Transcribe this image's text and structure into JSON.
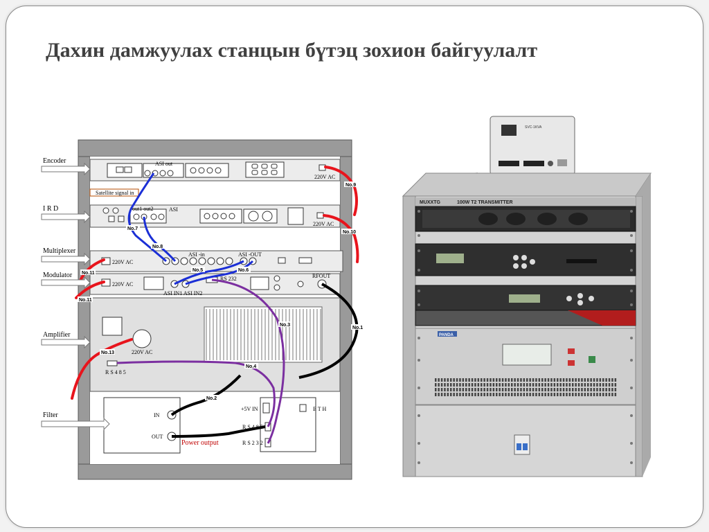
{
  "title": "Дахин дамжуулах станцын бүтэц зохион байгуулалт",
  "labels": {
    "encoder": "Encoder",
    "ird": "I R D",
    "multiplexer": "Multiplexer",
    "modulator": "Modulator",
    "amplifier": "Amplifier",
    "filter": "Filter"
  },
  "diagram_text": {
    "asi_out": "ASI out",
    "sat_in": "Satellite signal in",
    "out12": "out1 out2",
    "asi": "ASI",
    "ac1": "220V AC",
    "ac2": "220V AC",
    "ac3": "220V AC",
    "ac4": "220V AC",
    "ac5": "220V AC",
    "asi_in": "ASI -in",
    "asi_outm": "ASI -OUT",
    "rs232a": "RS 232",
    "rfout": "RFOUT",
    "asi_in12": "ASI IN1 ASI IN2",
    "rs485a": "R S 4 8 5",
    "in": "IN",
    "out": "OUT",
    "power_output": "Power output",
    "v5in": "+5V IN",
    "eth": "E T H",
    "rs485b": "R S 4 8 5",
    "rs232b": "R S 2 3 2"
  },
  "connections": [
    "No.1",
    "No.2",
    "No.3",
    "No.4",
    "No.5",
    "No.6",
    "No.7",
    "No.8",
    "No.9",
    "No.10",
    "No.11",
    "No.11",
    "No.13"
  ],
  "photo_text": {
    "brand": "MUXXTG",
    "model": "100W T2 TRANSMITTER",
    "amp_brand": "PANDA",
    "stabilizer": "SVC-1KVA"
  },
  "colors": {
    "power": "#e8141c",
    "asi": "#1b2fd6",
    "serial": "#7b2fa0",
    "rf": "#000000"
  }
}
